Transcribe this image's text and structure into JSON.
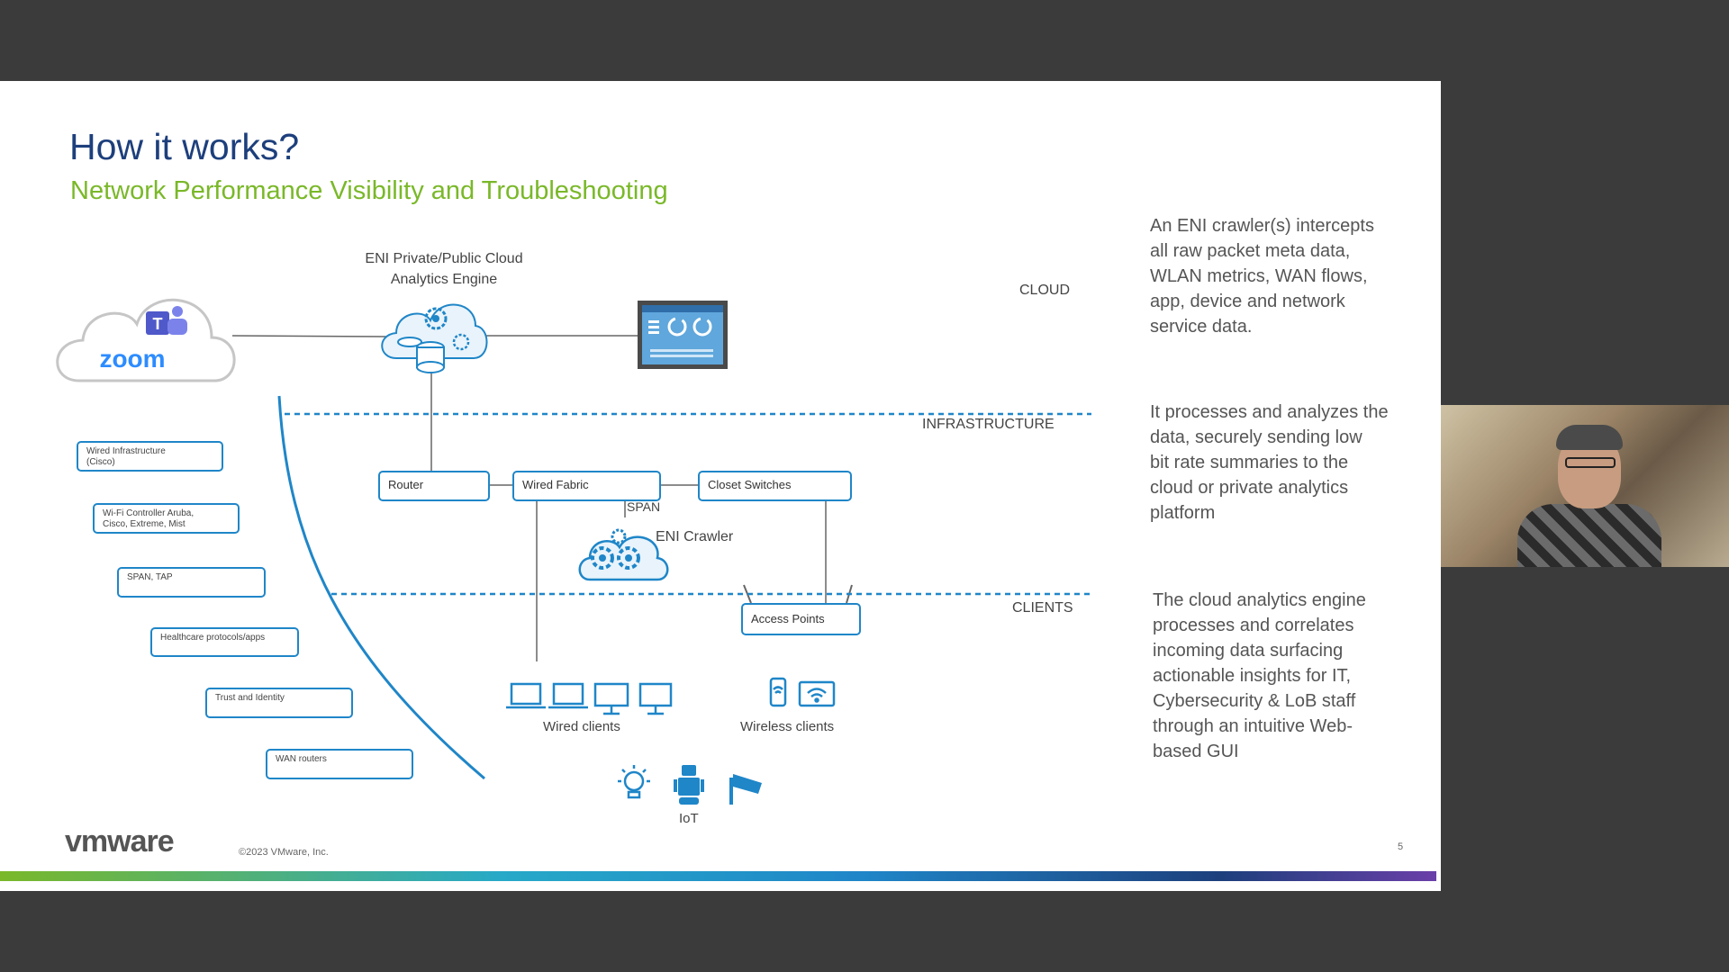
{
  "slide": {
    "title": "How it works?",
    "subtitle": "Network Performance Visibility and Troubleshooting",
    "page_number": "5",
    "copyright": "©2023 VMware, Inc.",
    "logo_text": "vmware"
  },
  "cloud_app": {
    "logo_text": "zoom"
  },
  "engine_label": "ENI Private/Public Cloud\nAnalytics Engine",
  "zones": {
    "cloud": "CLOUD",
    "infrastructure": "INFRASTRUCTURE",
    "clients": "CLIENTS"
  },
  "sources": [
    "Wired Infrastructure\n(Cisco)",
    "Wi-Fi Controller Aruba,\nCisco, Extreme, Mist",
    "SPAN, TAP",
    "Healthcare protocols/apps",
    "Trust and Identity",
    "WAN routers"
  ],
  "network": {
    "router": "Router",
    "wired_fabric": "Wired Fabric",
    "closet_switches": "Closet Switches",
    "span": "SPAN",
    "eni_crawler": "ENI Crawler",
    "access_points": "Access Points",
    "wired_clients": "Wired clients",
    "wireless_clients": "Wireless clients",
    "iot": "IoT"
  },
  "paragraphs": [
    "An ENI crawler(s) intercepts\nall raw packet meta data,\nWLAN metrics, WAN flows,\napp, device and network\nservice data.",
    "It processes and analyzes the\ndata, securely sending low\nbit rate summaries to the\ncloud or private analytics\nplatform",
    "The cloud analytics engine\nprocesses and correlates\nincoming data surfacing\nactionable insights for IT,\nCybersecurity & LoB staff\nthrough an intuitive Web-\nbased GUI"
  ],
  "colors": {
    "accent_blue": "#1f86c8",
    "title_navy": "#1d3f7c",
    "subtitle_green": "#7ab829",
    "status_red": "#e0141e"
  }
}
